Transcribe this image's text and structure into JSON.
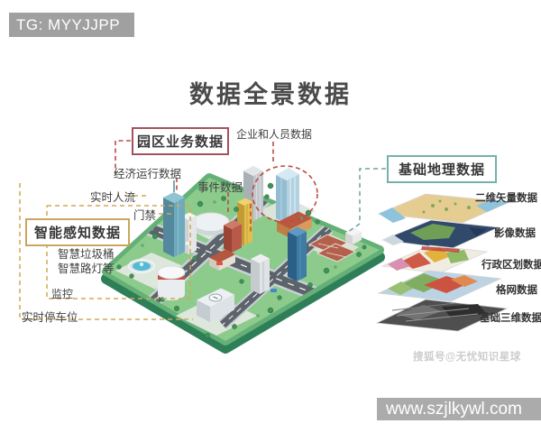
{
  "banner_top": {
    "text": "TG: MYYJJPP",
    "bg": "#a0a0a0"
  },
  "title": "数据全景数据",
  "groups": {
    "park_business": {
      "label": "园区业务数据",
      "color": "#a5525e",
      "items": [
        "企业和人员数据",
        "经济运行数据",
        "事件数据"
      ]
    },
    "smart_sensing": {
      "label": "智能感知数据",
      "color": "#cba55e",
      "items": [
        "实时人流",
        "门禁",
        "智慧垃圾桶",
        "智慧路灯等",
        "监控",
        "实时停车位"
      ]
    },
    "base_geo": {
      "label": "基础地理数据",
      "color": "#74b1ac",
      "items": [
        "二维矢量数据",
        "影像数据",
        "行政区划数据",
        "格网数据",
        "基础三维数据"
      ]
    }
  },
  "watermark": "搜狐号@无忧知识星球",
  "banner_bottom": {
    "text": "www.szjlkywl.com",
    "bg": "#ababab"
  }
}
